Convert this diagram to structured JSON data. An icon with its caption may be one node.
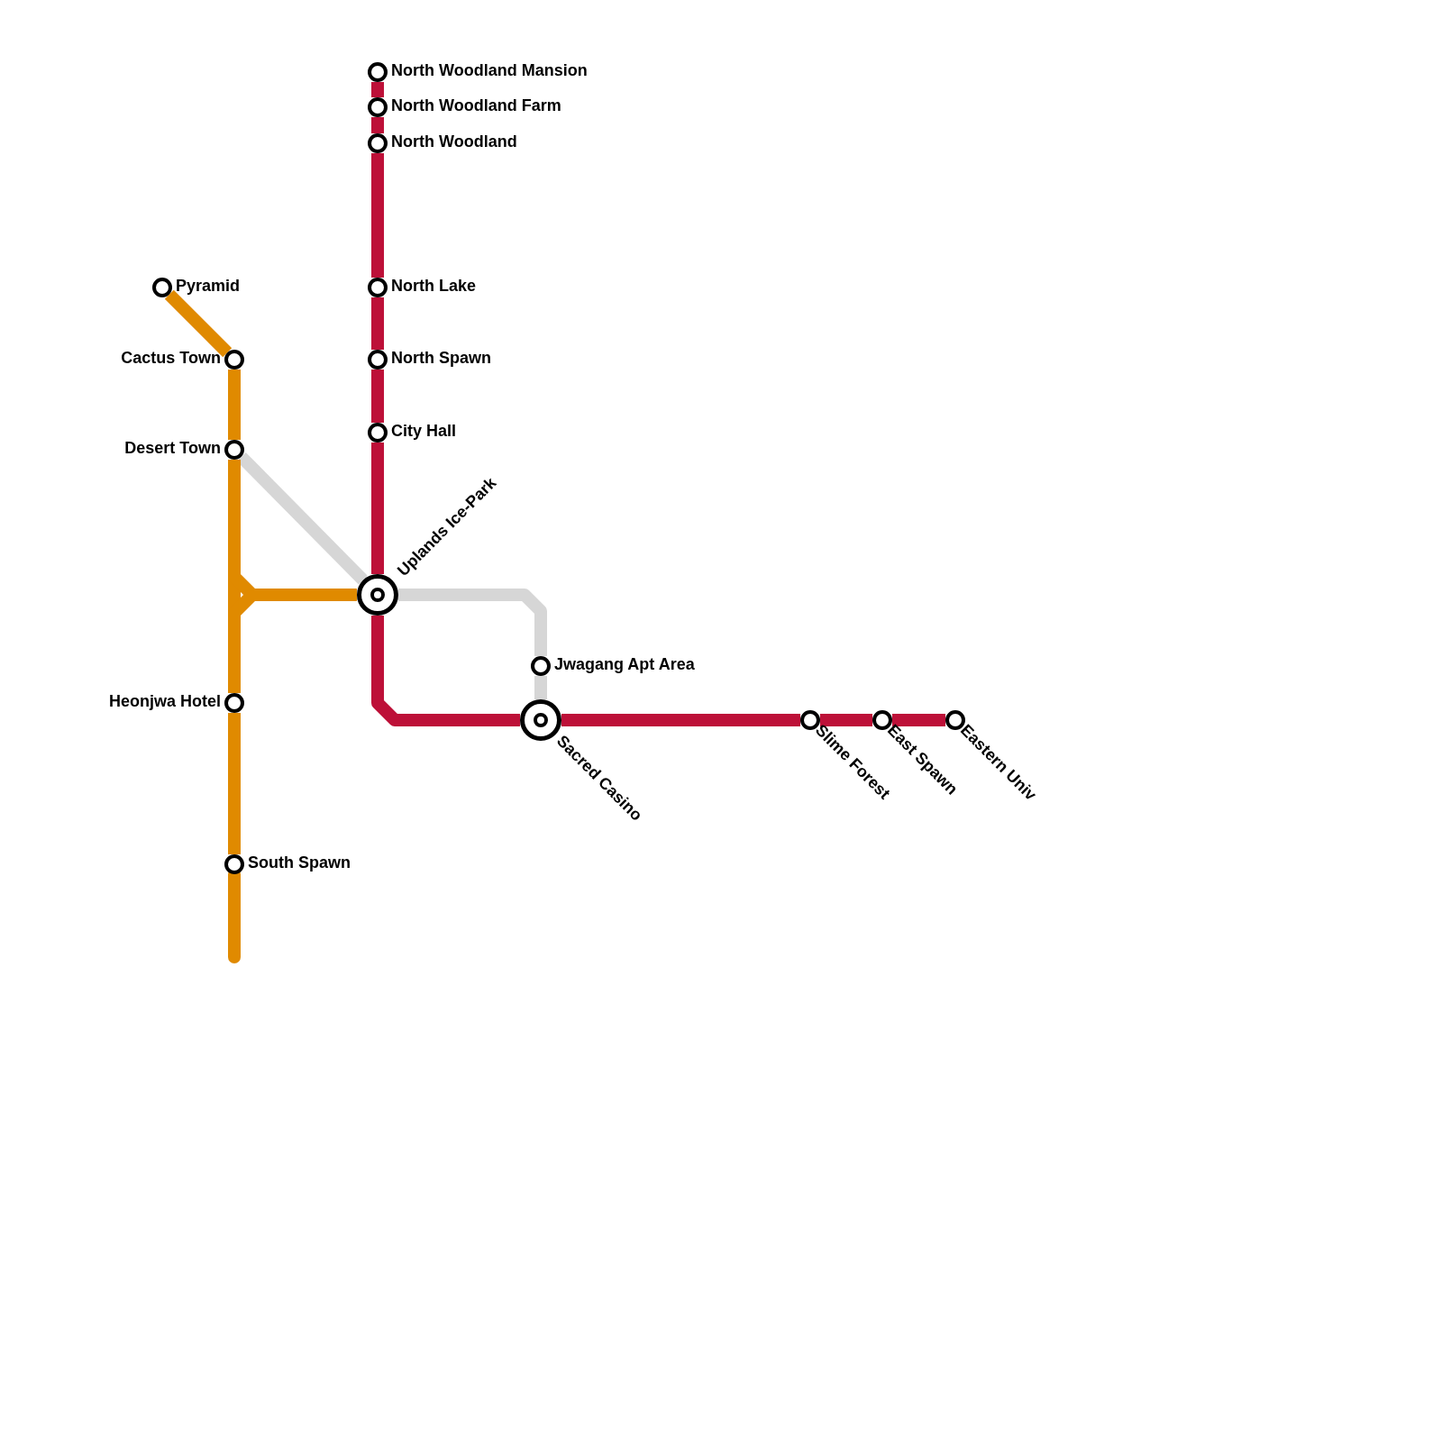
{
  "diagram": {
    "nodes": [
      {
        "text": [
          "Pyramid"
        ]
      },
      {
        "text": [
          "Cactus Town"
        ]
      },
      {
        "text": [
          "Desert Town"
        ]
      },
      {
        "text": [
          "Heonjwa Hotel"
        ]
      },
      {
        "text": [
          "South Spawn"
        ]
      },
      {
        "text": [
          "North Woodland Mansion"
        ]
      },
      {
        "text": [
          "North Woodland Farm"
        ]
      },
      {
        "text": [
          "North Woodland"
        ]
      },
      {
        "text": [
          "North Lake"
        ]
      },
      {
        "text": [
          "North Spawn"
        ]
      },
      {
        "text": [
          "City Hall"
        ]
      },
      {
        "text": [
          "Uplands Ice-Park"
        ]
      },
      {
        "text": [
          "Jwagang Apt Area"
        ]
      },
      {
        "text": [
          "Sacred Casino"
        ]
      },
      {
        "text": [
          "Slime Forest"
        ]
      },
      {
        "text": [
          "East Spawn"
        ]
      },
      {
        "text": [
          "Eastern Univ"
        ]
      }
    ],
    "edges": [
      {
        "from": 2,
        "to": 11,
        "arrow": "none",
        "color": "#d6d6d6"
      },
      {
        "from": 11,
        "to": 12,
        "arrow": "none",
        "color": "#d6d6d6"
      },
      {
        "from": 12,
        "to": 13,
        "arrow": "none",
        "color": "#d6d6d6"
      },
      {
        "from": 0,
        "to": 1,
        "arrow": "none",
        "color": "#e08a00"
      },
      {
        "from": 1,
        "to": 2,
        "arrow": "none",
        "color": "#e08a00"
      },
      {
        "from": 2,
        "to": 3,
        "arrow": "none",
        "color": "#e08a00"
      },
      {
        "from": 3,
        "to": 4,
        "arrow": "none",
        "color": "#e08a00"
      },
      {
        "from": 4,
        "to": null,
        "arrow": "none",
        "color": "#e08a00"
      },
      {
        "from": 11,
        "to": 2,
        "arrow": "none",
        "color": "#e08a00"
      },
      {
        "from": 11,
        "to": 3,
        "arrow": "none",
        "color": "#e08a00"
      },
      {
        "from": 5,
        "to": 6,
        "arrow": "none"
      },
      {
        "from": 6,
        "to": 7,
        "arrow": "none"
      },
      {
        "from": 7,
        "to": 8,
        "arrow": "none"
      },
      {
        "from": 8,
        "to": 9,
        "arrow": "none"
      },
      {
        "from": 9,
        "to": 10,
        "arrow": "none"
      },
      {
        "from": 10,
        "to": 11,
        "arrow": "none"
      },
      {
        "from": 11,
        "to": 13,
        "arrow": "none"
      },
      {
        "from": 13,
        "to": 14,
        "arrow": "none"
      },
      {
        "from": 14,
        "to": 15,
        "arrow": "none"
      },
      {
        "from": 15,
        "to": 16,
        "arrow": "none"
      }
    ]
  }
}
